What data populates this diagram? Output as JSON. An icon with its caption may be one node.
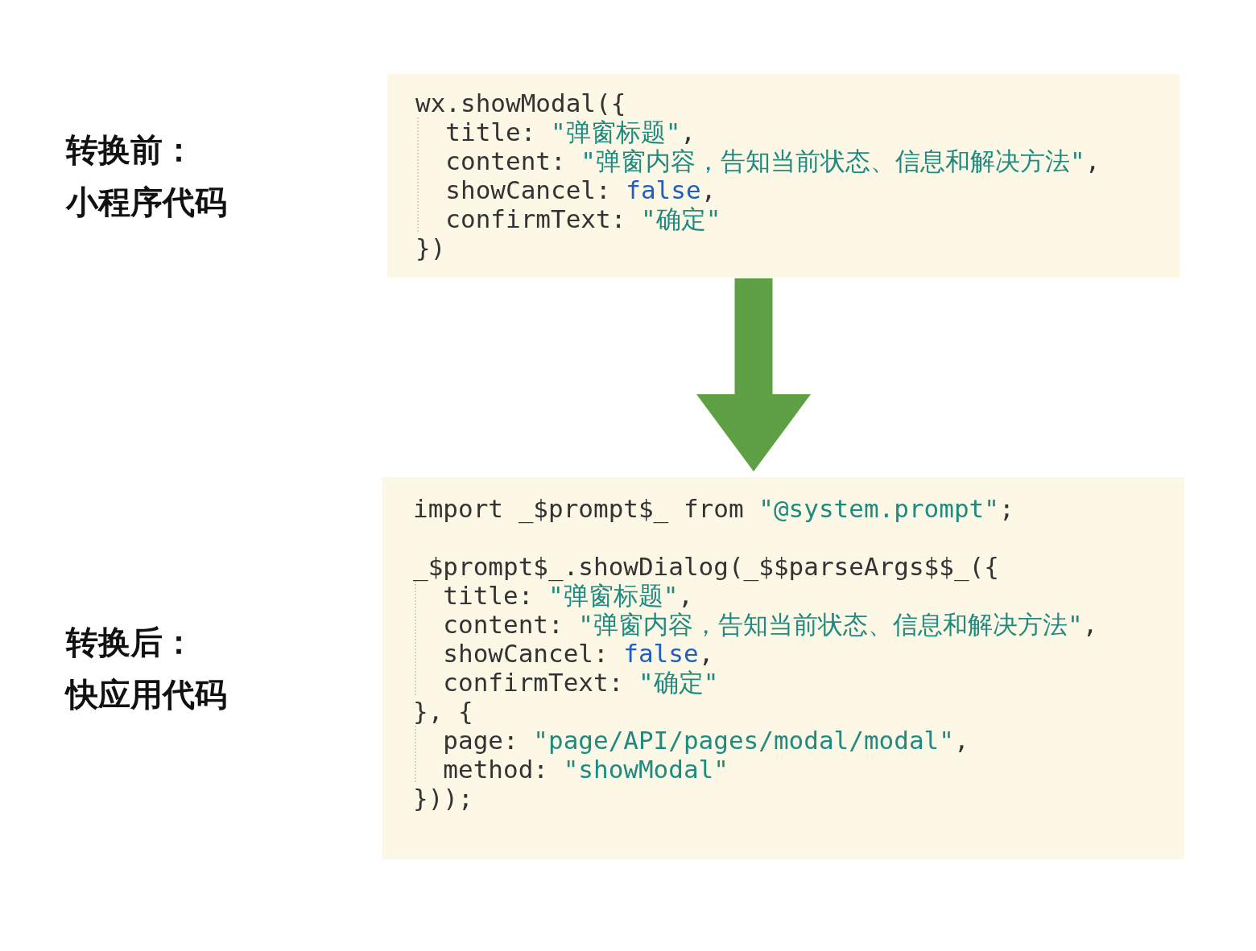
{
  "diagram": {
    "nodes": [
      {
        "text": [
          "wx.showModal({",
          "  title: \"弹窗标题\",",
          "  content: \"弹窗内容，告知当前状态、信息和解决方法\",",
          "  showCancel: false,",
          "  confirmText: \"确定\"",
          "})"
        ]
      },
      {
        "text": [
          "import _$prompt$_ from \"@system.prompt\";",
          "_$prompt$_.showDialog(_$$parseArgs$$_({",
          "  title: \"弹窗标题\",",
          "  content: \"弹窗内容，告知当前状态、信息和解决方法\",",
          "  showCancel: false,",
          "  confirmText: \"确定\"",
          "}, {",
          "  page: \"page/API/pages/modal/modal\",",
          "  method: \"showModal\"",
          "}));"
        ]
      }
    ],
    "edges": [
      {
        "from": 0,
        "to": 1,
        "arrow": "to"
      }
    ],
    "labels": [
      "转换前：",
      "小程序代码",
      "转换后：",
      "快应用代码"
    ]
  }
}
